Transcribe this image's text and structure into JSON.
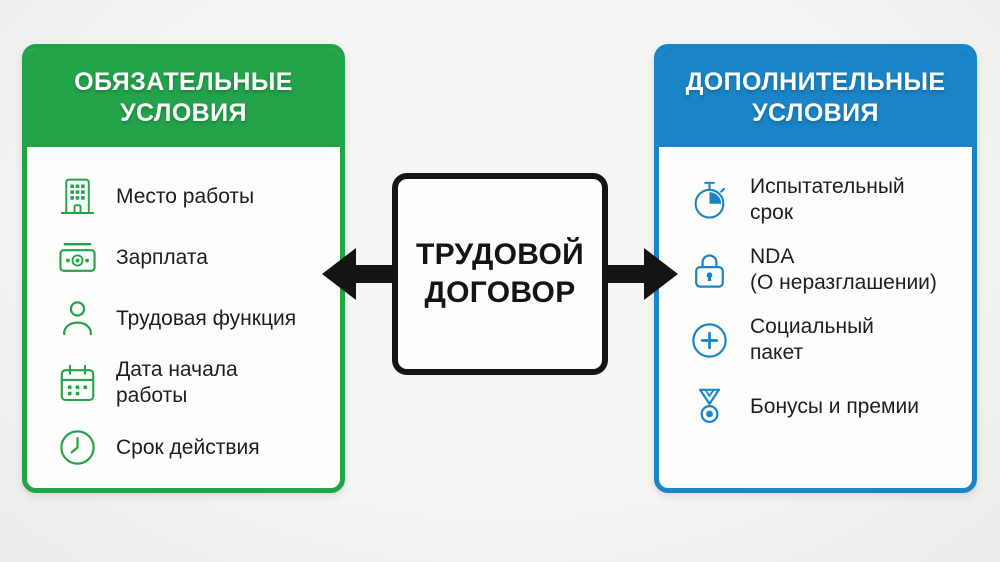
{
  "colors": {
    "green": "#22a34a",
    "blue": "#1984c6",
    "ink": "#141414",
    "panel_bg": "#fdfdfc",
    "page_bg_light": "#f6f5f3",
    "page_bg_dark": "#ecebe9"
  },
  "center": {
    "title_line1": "ТРУДОВОЙ",
    "title_line2": "ДОГОВОР"
  },
  "left_panel": {
    "title_line1": "ОБЯЗАТЕЛЬНЫЕ",
    "title_line2": "УСЛОВИЯ",
    "items": [
      {
        "icon": "building-icon",
        "lines": [
          "Место работы"
        ]
      },
      {
        "icon": "money-icon",
        "lines": [
          "Зарплата"
        ]
      },
      {
        "icon": "person-icon",
        "lines": [
          "Трудовая функция"
        ]
      },
      {
        "icon": "calendar-icon",
        "lines": [
          "Дата начала",
          "работы"
        ]
      },
      {
        "icon": "clock-icon",
        "lines": [
          "Срок действия"
        ]
      }
    ]
  },
  "right_panel": {
    "title_line1": "ДОПОЛНИТЕЛЬНЫЕ",
    "title_line2": "УСЛОВИЯ",
    "items": [
      {
        "icon": "stopwatch-icon",
        "lines": [
          "Испытательный",
          "срок"
        ]
      },
      {
        "icon": "lock-icon",
        "lines": [
          "NDA",
          "(О неразглашении)"
        ]
      },
      {
        "icon": "plus-circle-icon",
        "lines": [
          "Социальный",
          "пакет"
        ]
      },
      {
        "icon": "medal-icon",
        "lines": [
          "Бонусы и премии"
        ]
      }
    ]
  }
}
